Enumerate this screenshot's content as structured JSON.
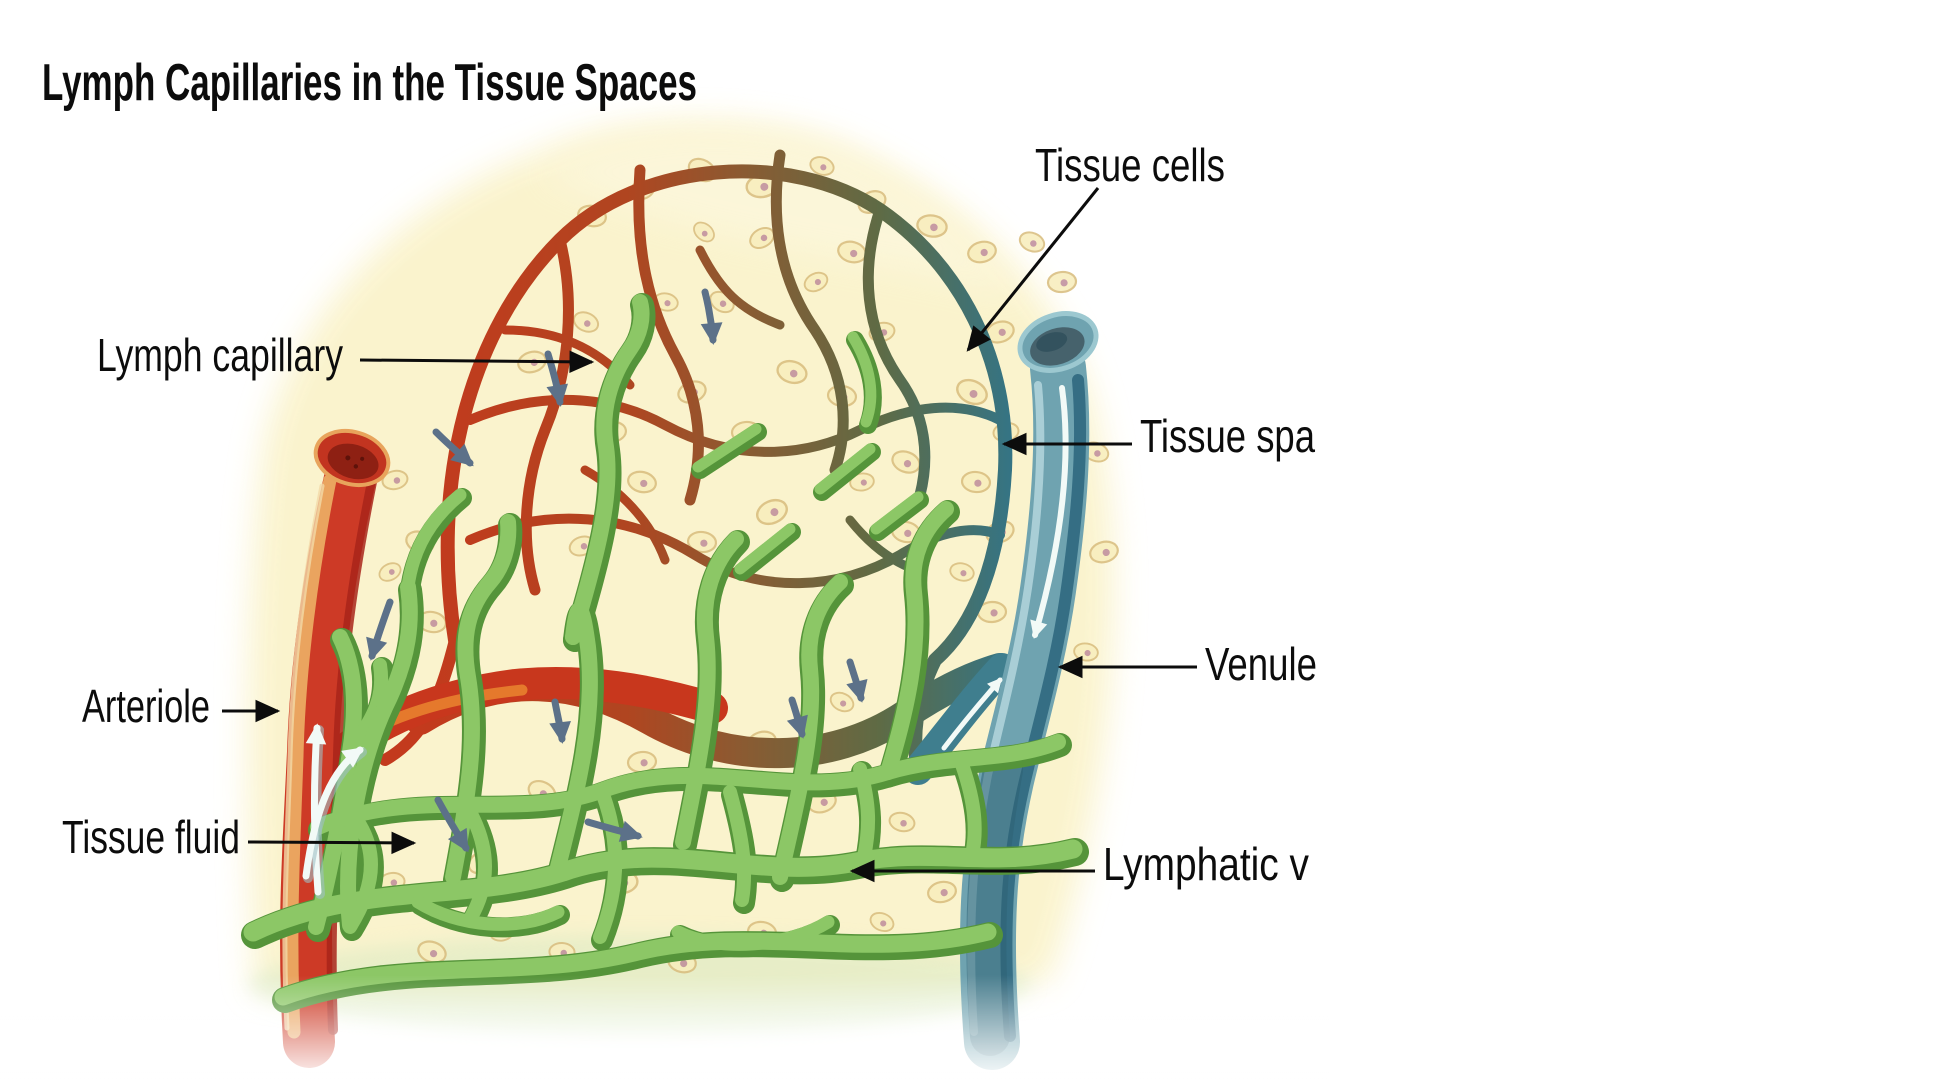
{
  "title": "Lymph Capillaries in the Tissue Spaces",
  "labels": {
    "tissue_cells": "Tissue cells",
    "lymph_capillary": "Lymph capillary",
    "tissue_space": "Tissue spa",
    "venule": "Venule",
    "arteriole": "Arteriole",
    "tissue_fluid": "Tissue fluid",
    "lymphatic_vessel": "Lymphatic v"
  },
  "colors": {
    "background": "#FFFFFF",
    "tissue_ground": "#FAF3CB",
    "tissue_cell_fill": "#F7EDBC",
    "tissue_cell_outline": "#D9BE7F",
    "tissue_cell_nucleus": "#C08F9B",
    "arteriole_red": "#CD3A26",
    "arteriole_highlight": "#EBAA62",
    "arteriole_dark": "#A8241A",
    "capillary_red": "#C33A1D",
    "capillary_brown": "#8A5B32",
    "capillary_teal": "#357484",
    "venule_blue": "#6FA3B0",
    "venule_dark": "#2F6880",
    "venule_light": "#AFD3DA",
    "lymph_green": "#8CC766",
    "lymph_green_dark": "#55943A",
    "flow_arrow_slate": "#5C7189",
    "flow_arrow_white": "#F2FAF7",
    "label_color": "#0C0C0C"
  }
}
